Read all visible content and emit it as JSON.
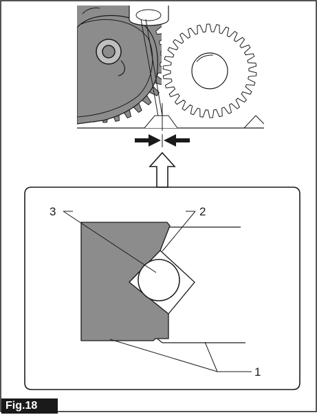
{
  "figure": {
    "label": "Fig.18",
    "callouts": [
      {
        "id": "1",
        "text": "1"
      },
      {
        "id": "2",
        "text": "2"
      },
      {
        "id": "3",
        "text": "3"
      }
    ]
  },
  "colors": {
    "ink": "#1a1a1a",
    "gray": "#8c8c8c",
    "light_gray": "#bfbfbf",
    "paper": "#ffffff"
  },
  "icons": [
    "gear-icon",
    "arrow-up-icon",
    "arrow-right-icon",
    "arrow-left-icon"
  ]
}
